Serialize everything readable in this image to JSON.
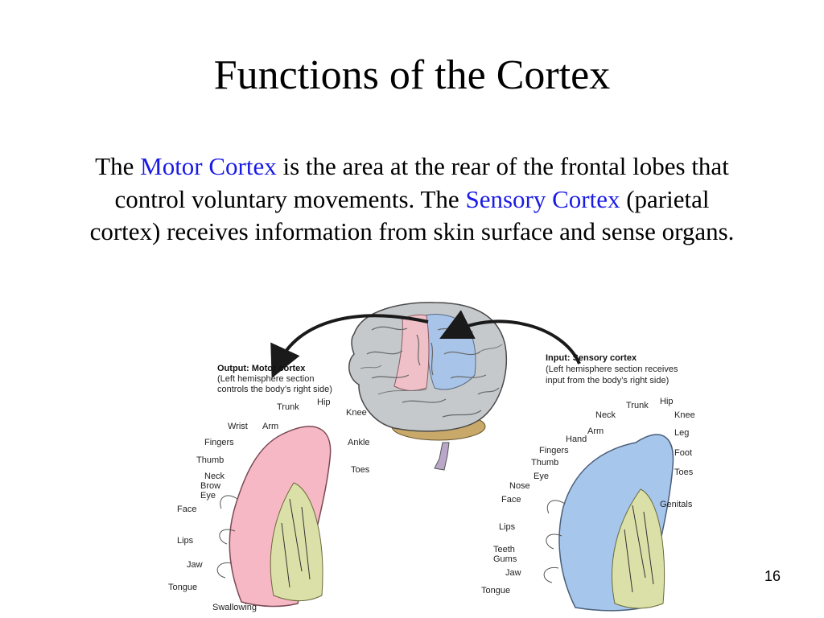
{
  "slide": {
    "title": "Functions of the Cortex",
    "body": {
      "t1": "The ",
      "h1": "Motor Cortex",
      "t2": " is the area at the rear of the frontal lobes that control voluntary movements. The ",
      "h2": "Sensory Cortex",
      "t3": " (parietal cortex) receives information from skin surface and sense organs."
    },
    "page_number": "16",
    "highlight_color": "#1a1ae6"
  },
  "figure": {
    "motor": {
      "header": "Output: Motor cortex",
      "sub1": "(Left hemisphere section",
      "sub2": "controls the body’s right side)",
      "labels": {
        "trunk": "Trunk",
        "hip": "Hip",
        "knee": "Knee",
        "wrist": "Wrist",
        "arm": "Arm",
        "fingers": "Fingers",
        "ankle": "Ankle",
        "thumb": "Thumb",
        "toes": "Toes",
        "neck": "Neck",
        "brow": "Brow",
        "eye": "Eye",
        "face": "Face",
        "lips": "Lips",
        "jaw": "Jaw",
        "tongue": "Tongue",
        "swallowing": "Swallowing"
      }
    },
    "sensory": {
      "header": "Input: Sensory cortex",
      "sub1": "(Left hemisphere section receives",
      "sub2": "input from the body’s right side)",
      "labels": {
        "trunk": "Trunk",
        "hip": "Hip",
        "neck": "Neck",
        "knee": "Knee",
        "arm": "Arm",
        "leg": "Leg",
        "hand": "Hand",
        "fingers": "Fingers",
        "foot": "Foot",
        "thumb": "Thumb",
        "toes": "Toes",
        "eye": "Eye",
        "nose": "Nose",
        "face": "Face",
        "genitals": "Genitals",
        "lips": "Lips",
        "teeth": "Teeth",
        "gums": "Gums",
        "jaw": "Jaw",
        "tongue": "Tongue"
      }
    }
  }
}
